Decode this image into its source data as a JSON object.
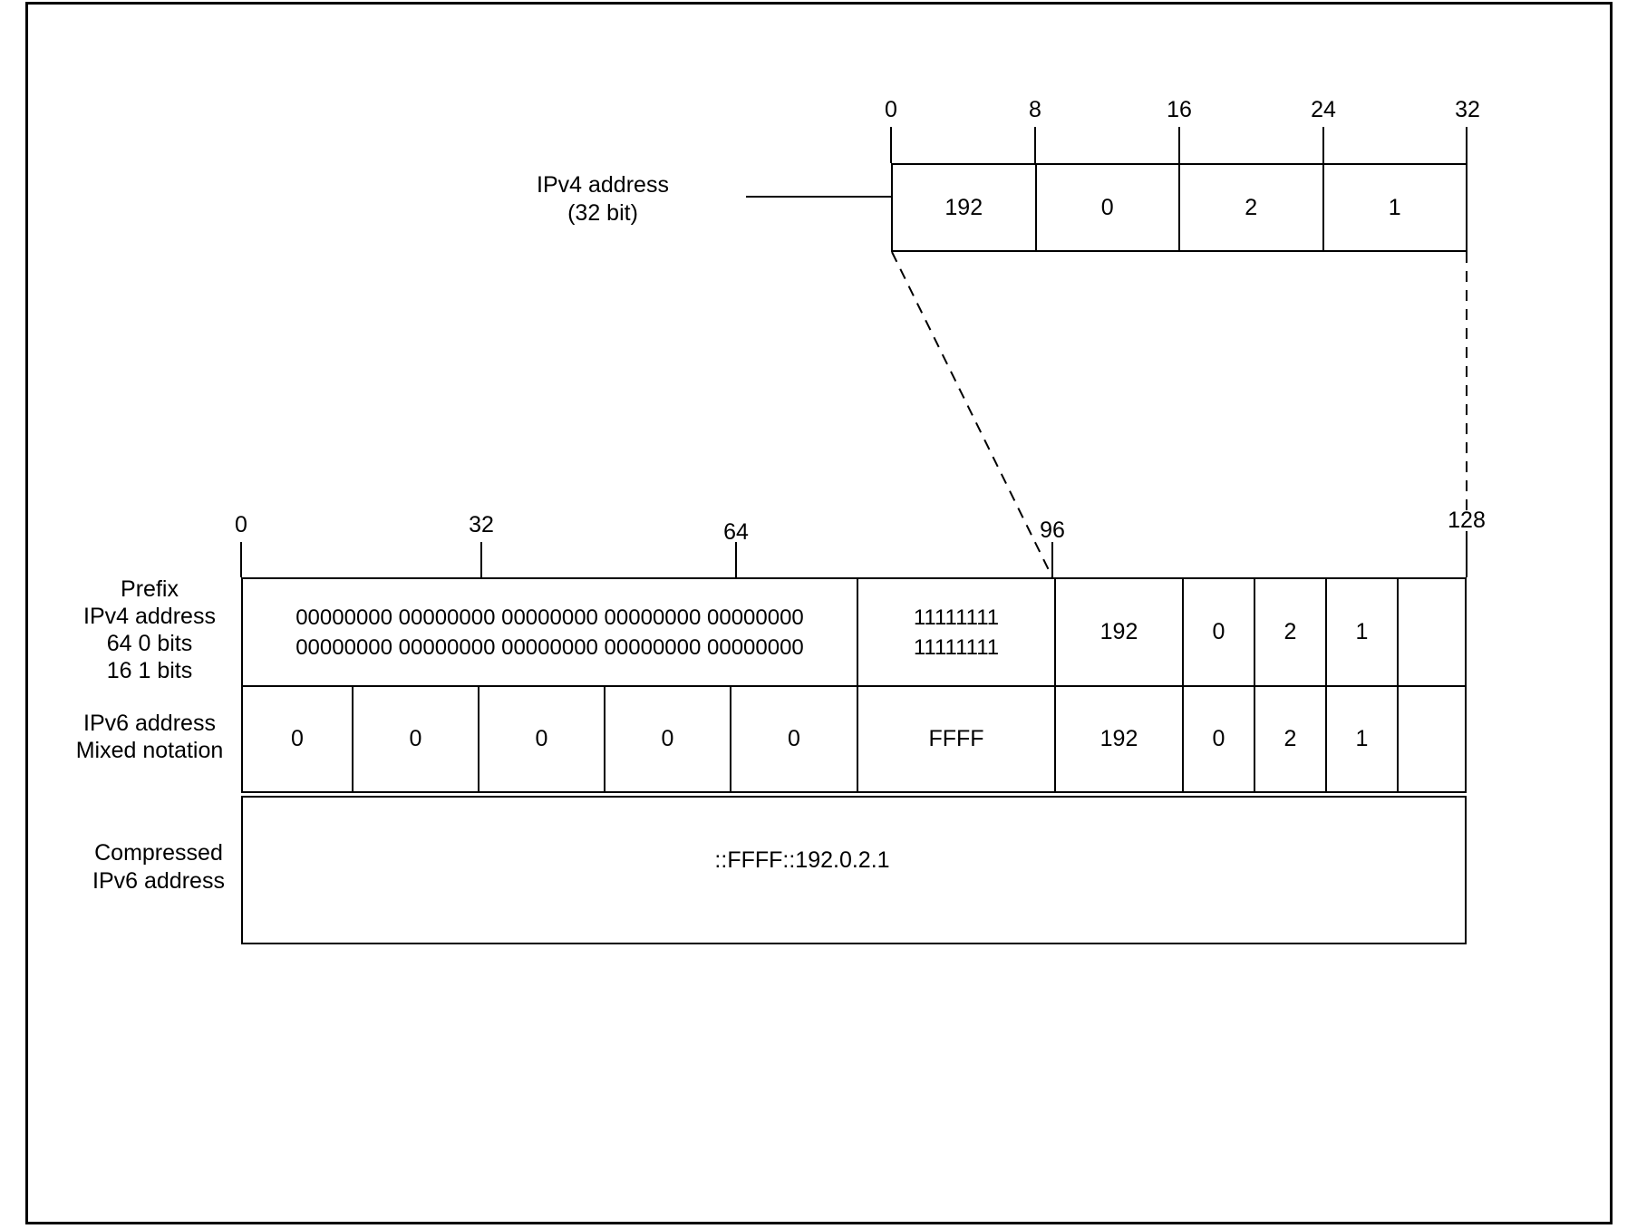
{
  "diagram": {
    "ipv4_box": {
      "label": [
        "IPv4 address",
        "(32 bit)"
      ],
      "ticks": [
        "0",
        "8",
        "16",
        "24",
        "32"
      ],
      "cells": [
        "192",
        "0",
        "2",
        "1"
      ]
    },
    "ipv6_table": {
      "ticks": [
        "0",
        "32",
        "64",
        "96",
        "128"
      ],
      "row1": {
        "label": [
          "Prefix",
          "IPv4 address",
          "64 0 bits",
          "16 1 bits"
        ],
        "zeros": [
          "00000000 00000000 00000000 00000000 00000000",
          "00000000 00000000 00000000 00000000 00000000"
        ],
        "ones": [
          "11111111",
          "11111111"
        ],
        "ipv4": [
          "192",
          "0",
          "2",
          "1"
        ],
        "empty": ""
      },
      "row2": {
        "label": [
          "IPv6 address",
          "Mixed notation"
        ],
        "zeros": [
          "0",
          "0",
          "0",
          "0",
          "0"
        ],
        "ffff": "FFFF",
        "ipv4": [
          "192",
          "0",
          "2",
          "1"
        ],
        "empty": ""
      },
      "row3": {
        "label": [
          "Compressed",
          "IPv6 address"
        ],
        "value": "::FFFF::192.0.2.1"
      }
    },
    "colors": {
      "line": "#000000",
      "background": "#ffffff"
    }
  }
}
